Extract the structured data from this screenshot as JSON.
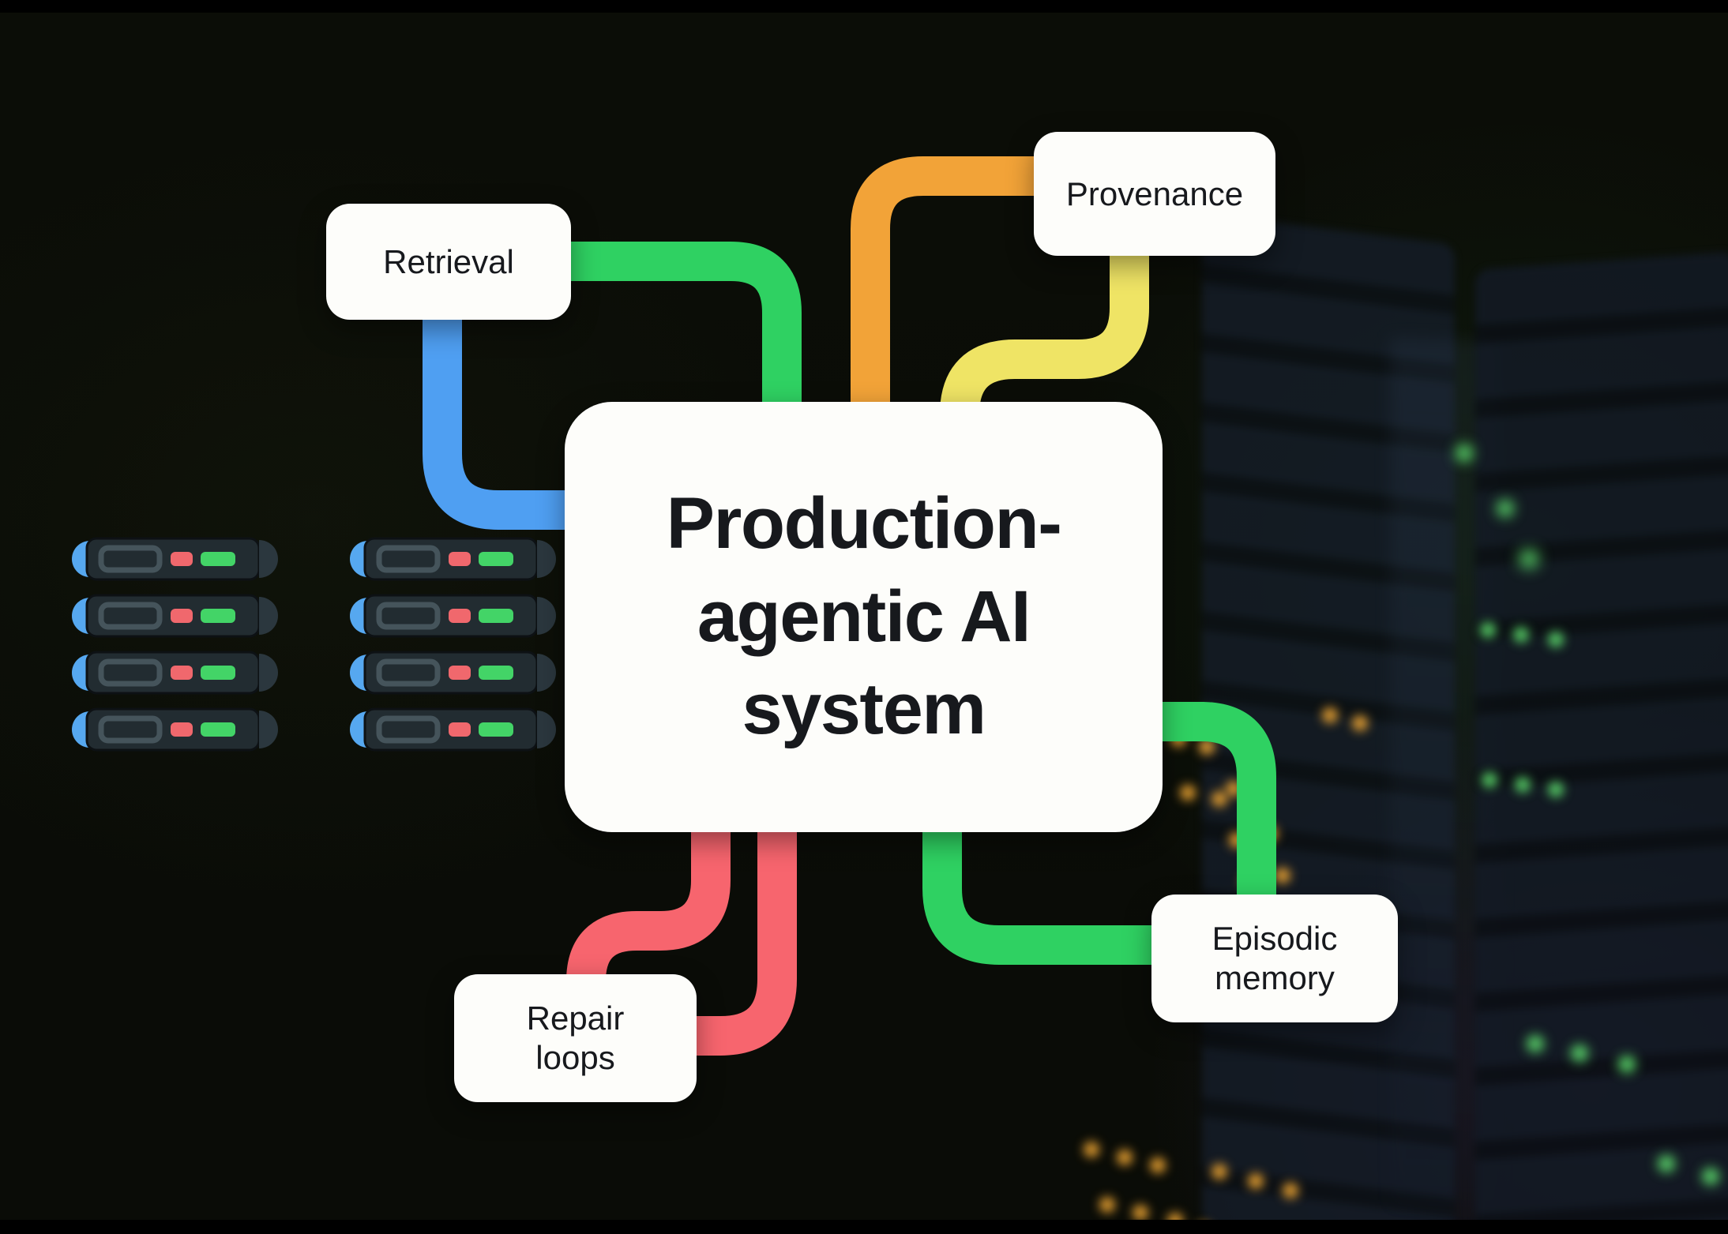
{
  "center_node": {
    "line1": "Production-",
    "line2": "agentic AI",
    "line3": "system"
  },
  "nodes": {
    "retrieval": {
      "label": "Retrieval"
    },
    "provenance": {
      "label": "Provenance"
    },
    "repair_loops": {
      "line1": "Repair",
      "line2": "loops"
    },
    "episodic_memory": {
      "line1": "Episodic",
      "line2": "memory"
    }
  },
  "edges": [
    {
      "id": "retrieval-green",
      "from": "retrieval",
      "to": "center",
      "color": "#2fd162"
    },
    {
      "id": "retrieval-blue",
      "from": "retrieval",
      "to": "center",
      "color": "#4f9ff2"
    },
    {
      "id": "provenance-orange",
      "from": "center",
      "to": "provenance",
      "color": "#f2a338"
    },
    {
      "id": "provenance-yellow",
      "from": "provenance",
      "to": "center",
      "color": "#efe465"
    },
    {
      "id": "repair-red-a",
      "from": "center",
      "to": "repair_loops",
      "color": "#f7656e"
    },
    {
      "id": "repair-red-b",
      "from": "center",
      "to": "repair_loops",
      "color": "#f7656e"
    },
    {
      "id": "episodic-green-a",
      "from": "center",
      "to": "episodic_memory",
      "color": "#2fd162"
    },
    {
      "id": "episodic-green-b",
      "from": "center",
      "to": "episodic_memory",
      "color": "#2fd162"
    }
  ],
  "colors": {
    "node_background": "#fdfdfa",
    "node_text": "#17191d",
    "canvas_background": "#0a0c07",
    "server_cap_blue": "#56a8f0",
    "server_led_red": "#f0686d",
    "server_led_green": "#43d467",
    "glow_dot_green": "#5fe370",
    "glow_dot_orange": "#f4aa34"
  },
  "decor": {
    "server_rack_columns": 2,
    "server_units_per_column": 4
  }
}
